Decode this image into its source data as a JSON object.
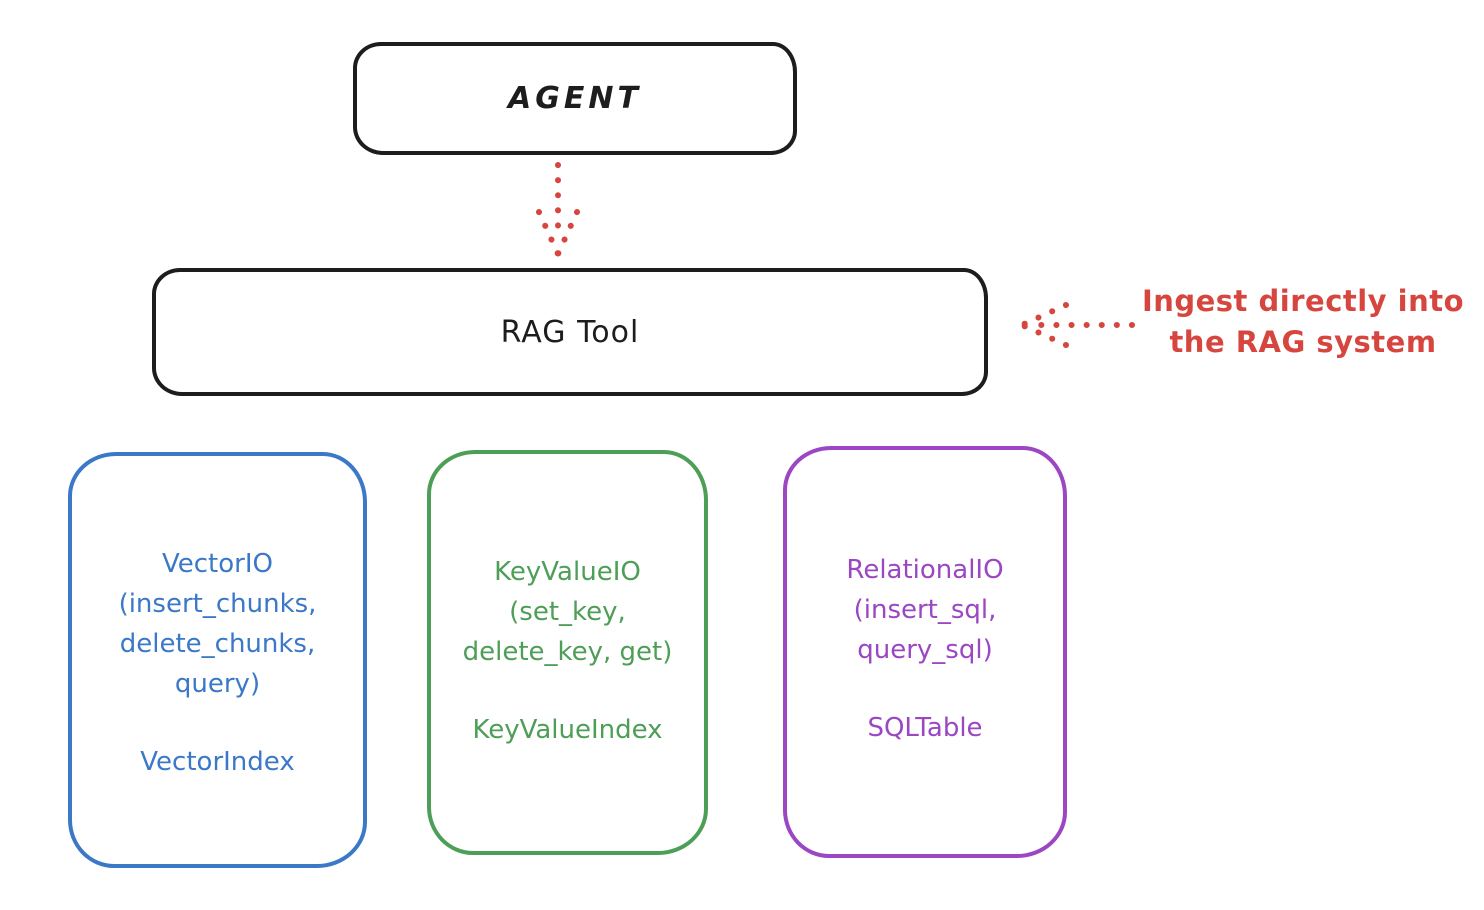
{
  "diagram": {
    "nodes": {
      "agent": {
        "label": "AGENT",
        "color": "#1d1d1d"
      },
      "rag_tool": {
        "label": "RAG Tool",
        "color": "#1d1d1d"
      },
      "vector_io": {
        "color": "#3b78c8",
        "lines": [
          "VectorIO",
          "(insert_chunks,",
          "delete_chunks,",
          "query)"
        ],
        "index": "VectorIndex"
      },
      "key_value_io": {
        "color": "#4d9e56",
        "lines": [
          "KeyValueIO",
          "(set_key,",
          "delete_key, get)"
        ],
        "index": "KeyValueIndex"
      },
      "relational_io": {
        "color": "#9b46c3",
        "lines": [
          "RelationalIO",
          "(insert_sql,",
          "query_sql)"
        ],
        "index": "SQLTable"
      }
    },
    "annotation": {
      "lines": [
        "Ingest directly into",
        "the RAG system"
      ],
      "color": "#d6463f"
    },
    "arrows": {
      "agent_to_rag": "dotted-down-arrow",
      "annotation_to_rag": "dotted-left-arrow"
    }
  }
}
